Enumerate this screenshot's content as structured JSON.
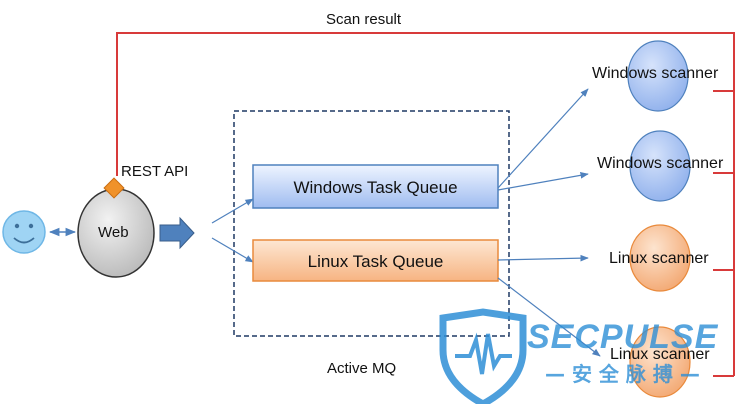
{
  "diagram": {
    "top_label": "Scan result",
    "api_label": "REST API",
    "web_label": "Web",
    "mq_label": "Active MQ",
    "windows_queue_label": "Windows Task Queue",
    "linux_queue_label": "Linux Task Queue",
    "scanners": [
      {
        "label": "Windows scanner",
        "type": "windows"
      },
      {
        "label": "Windows scanner",
        "type": "windows"
      },
      {
        "label": "Linux scanner",
        "type": "linux"
      },
      {
        "label": "Linux scanner",
        "type": "linux"
      }
    ],
    "watermark": {
      "brand": "SECPULSE",
      "tagline": "— 安 全 脉 搏 —"
    },
    "colors": {
      "feedback_line": "#d83a3a",
      "arrow": "#4f81bd",
      "windows_node": "#8fb0ec",
      "linux_node": "#f7b482",
      "web_node": "#c8c8c8",
      "api_diamond": "#f0922a",
      "user_face": "#9fd4f4",
      "watermark": "#2e8fd6"
    }
  }
}
